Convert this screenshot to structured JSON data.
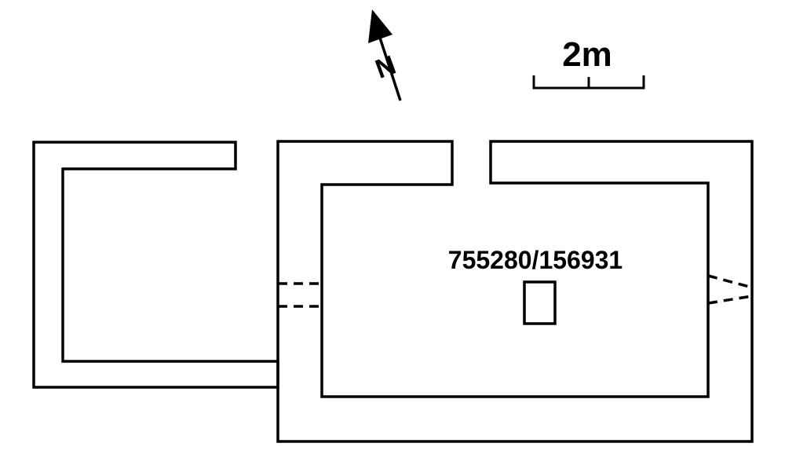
{
  "scale_bar": {
    "label": "2m"
  },
  "north_arrow": {
    "label": "N",
    "icon": "north-arrow-icon"
  },
  "site": {
    "coordinates": "755280/156931"
  },
  "colors": {
    "line": "#000000",
    "background": "#ffffff"
  }
}
